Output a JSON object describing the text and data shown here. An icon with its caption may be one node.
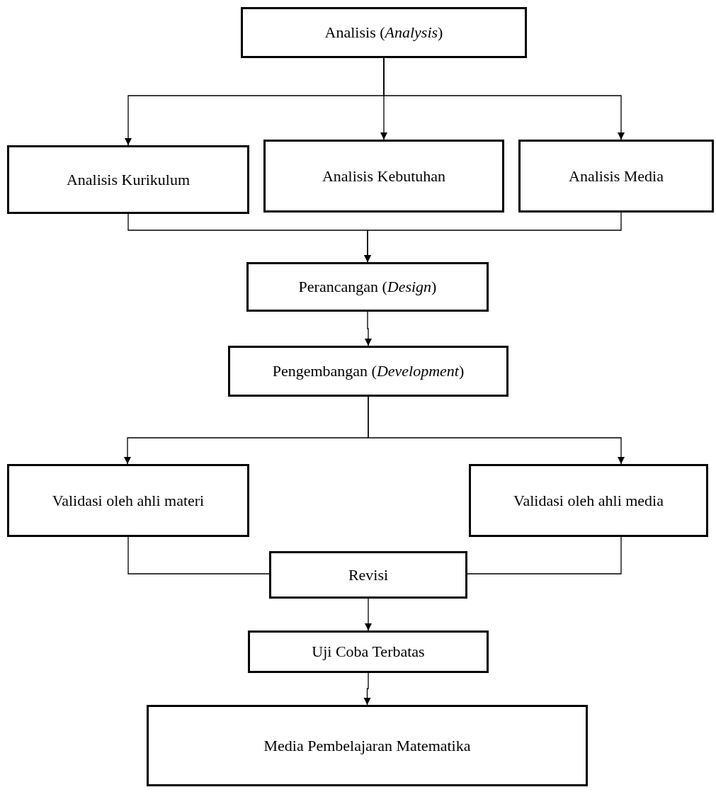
{
  "diagram": {
    "nodes": [
      {
        "text": [
          "Analisis (*Analysis*)"
        ]
      },
      {
        "text": [
          "Analisis Kurikulum"
        ]
      },
      {
        "text": [
          "Analisis Kebutuhan"
        ]
      },
      {
        "text": [
          "Analisis Media"
        ]
      },
      {
        "text": [
          "Perancangan (*Design*)"
        ]
      },
      {
        "text": [
          "Pengembangan (*Development*)"
        ]
      },
      {
        "text": [
          "Validasi oleh ahli materi"
        ]
      },
      {
        "text": [
          "Validasi oleh ahli media"
        ]
      },
      {
        "text": [
          "Revisi"
        ]
      },
      {
        "text": [
          "Uji Coba Terbatas"
        ]
      },
      {
        "text": [
          "Media Pembelajaran Matematika"
        ]
      }
    ],
    "edges": [
      {
        "from": 0,
        "to": 1,
        "arrow": "to"
      },
      {
        "from": 0,
        "to": 2,
        "arrow": "to"
      },
      {
        "from": 0,
        "to": 3,
        "arrow": "to"
      },
      {
        "from": 1,
        "to": 4,
        "arrow": "to"
      },
      {
        "from": 3,
        "to": 4,
        "arrow": "to"
      },
      {
        "from": 4,
        "to": 5,
        "arrow": "to"
      },
      {
        "from": 5,
        "to": 6,
        "arrow": "to"
      },
      {
        "from": 5,
        "to": 7,
        "arrow": "to"
      },
      {
        "from": 6,
        "to": 8,
        "arrow": "none"
      },
      {
        "from": 7,
        "to": 8,
        "arrow": "none"
      },
      {
        "from": 8,
        "to": 9,
        "arrow": "to"
      },
      {
        "from": 9,
        "to": 10,
        "arrow": "to"
      }
    ]
  }
}
